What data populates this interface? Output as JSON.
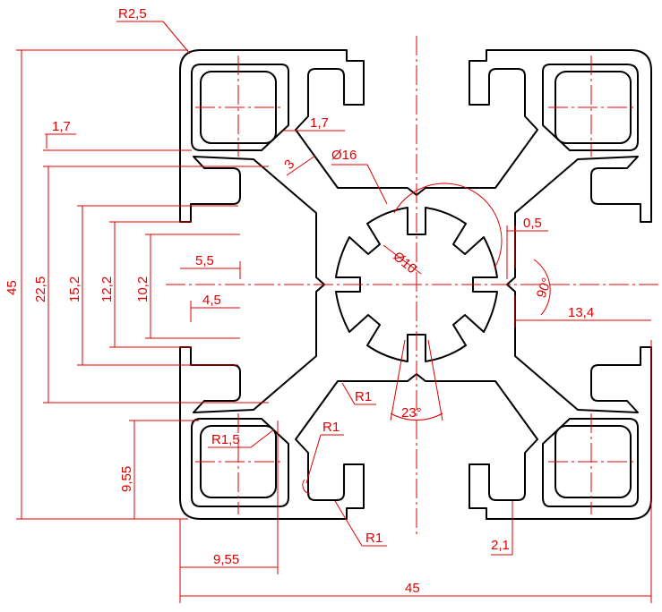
{
  "drawing": {
    "line_color": "#e00000",
    "profile_color": "#000000",
    "dimensions": {
      "corner_radius": "R2,5",
      "overall_height": "45",
      "overall_width": "45",
      "wall_left": "1,7",
      "wall_right": "1,7",
      "web_thickness": "3",
      "outer_bore": "Ø16",
      "inner_bore": "Ø10",
      "slot_depth_225": "22,5",
      "slot_152": "15,2",
      "slot_122": "12,2",
      "slot_102": "10,2",
      "depth_55": "5,5",
      "depth_45": "4,5",
      "gap_05": "0,5",
      "angle_90": "90°",
      "offset_134": "13,4",
      "radius_r1_top": "R1",
      "radius_r1_mid": "R1",
      "radius_r1_bottom": "R1",
      "radius_r15": "R1,5",
      "angle_23": "23°",
      "height_955": "9,55",
      "width_955": "9,55",
      "lip_21": "2,1"
    }
  }
}
